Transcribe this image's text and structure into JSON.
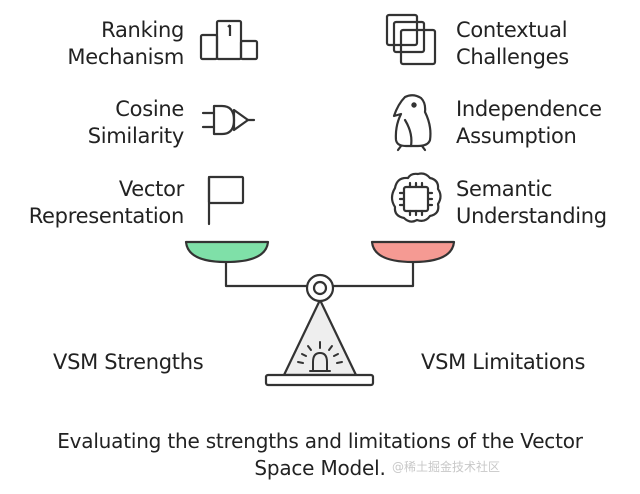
{
  "strengths": {
    "title": "VSM Strengths",
    "items": [
      {
        "line1": "Ranking",
        "line2": "Mechanism",
        "icon": "podium-icon"
      },
      {
        "line1": "Cosine",
        "line2": "Similarity",
        "icon": "logic-gate-icon"
      },
      {
        "line1": "Vector",
        "line2": "Representation",
        "icon": "flag-icon"
      }
    ]
  },
  "limitations": {
    "title": "VSM Limitations",
    "items": [
      {
        "line1": "Contextual",
        "line2": "Challenges",
        "icon": "layers-icon"
      },
      {
        "line1": "Independence",
        "line2": "Assumption",
        "icon": "penguin-icon"
      },
      {
        "line1": "Semantic",
        "line2": "Understanding",
        "icon": "brain-chip-icon"
      }
    ]
  },
  "caption": {
    "line1": "Evaluating the strengths and limitations of the Vector",
    "line2": "Space Model."
  },
  "watermark": "@稀土掘金技术社区",
  "colors": {
    "strength_pan": "#7fe0a8",
    "limitation_pan": "#f59a93",
    "stroke": "#333333",
    "base_fill": "#eeeeee"
  }
}
